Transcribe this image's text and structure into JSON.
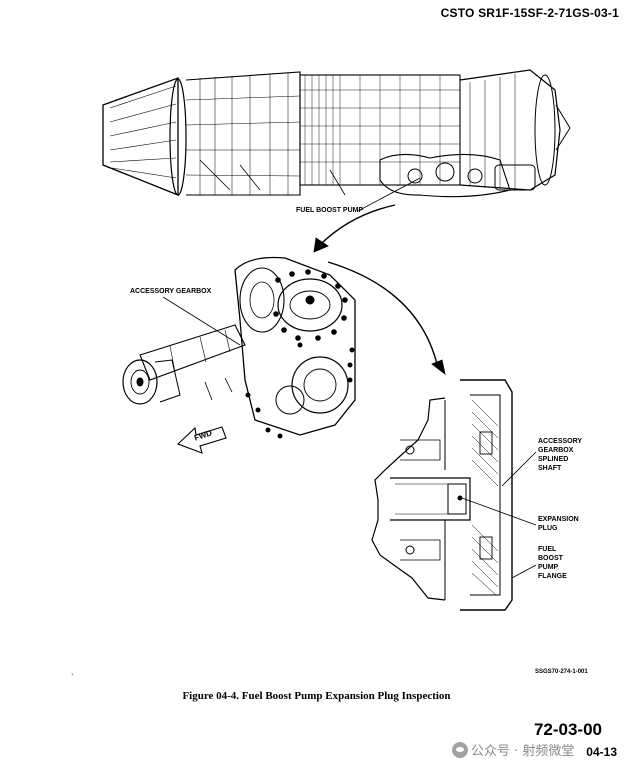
{
  "header": {
    "doc_id": "CSTO SR1F-15SF-2-71GS-03-1"
  },
  "figure": {
    "labels": {
      "fuel_boost_pump": "FUEL BOOST PUMP",
      "accessory_gearbox": "ACCESSORY GEARBOX",
      "fwd": "FWD",
      "splined_shaft": [
        "ACCESSORY",
        "GEARBOX",
        "SPLINED",
        "SHAFT"
      ],
      "expansion_plug": [
        "EXPANSION",
        "PLUG"
      ],
      "pump_flange": [
        "FUEL",
        "BOOST",
        "PUMP",
        "FLANGE"
      ]
    },
    "art_code": "SSGS70-274-1-001",
    "caption": "Figure 04-4. Fuel Boost Pump Expansion Plug Inspection"
  },
  "footer": {
    "mark": "`",
    "section": "72-03-00",
    "page": "04-13"
  },
  "watermark": {
    "text": "公众号 · 射频微堂"
  }
}
